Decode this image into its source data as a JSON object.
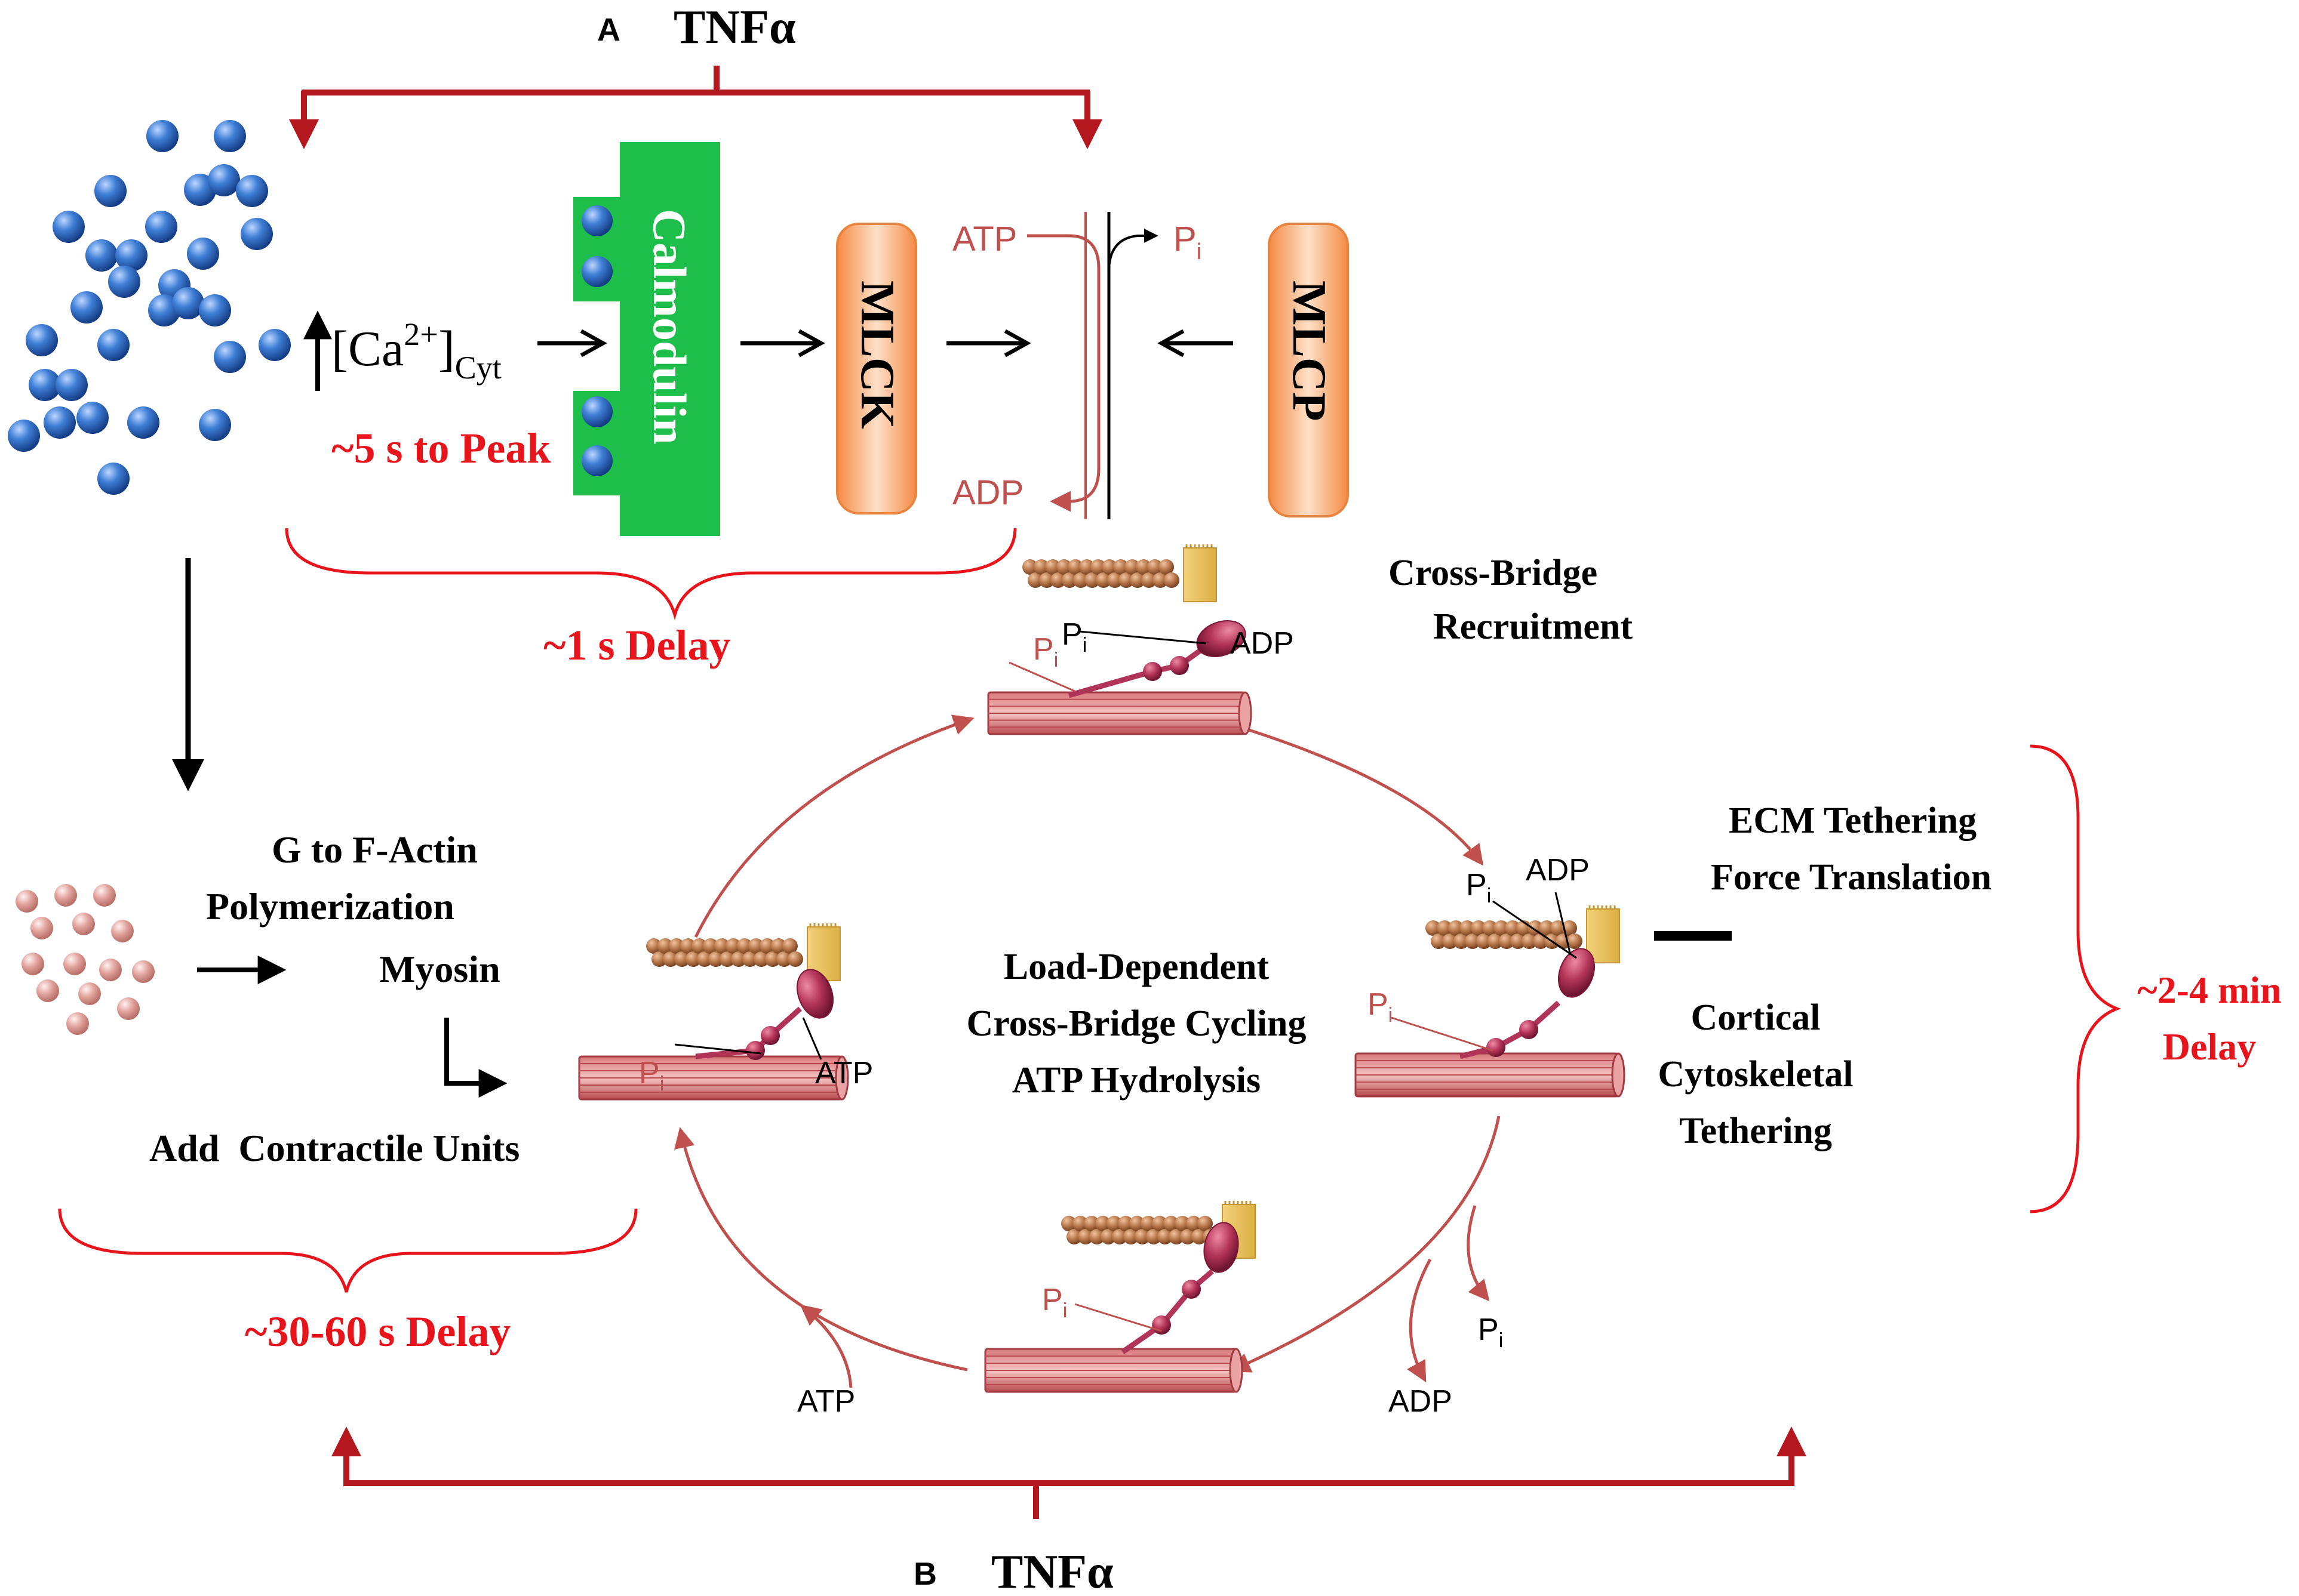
{
  "panel_a": {
    "letter": "A",
    "stimulus": "TNFα",
    "ca_label_main": "[Ca",
    "ca_label_sup": "2+",
    "ca_label_close": "]",
    "ca_label_sub": "Cyt",
    "peak_time": "~5 s to Peak",
    "calmodulin": "Calmodulin",
    "mlck": "MLCK",
    "mlcp": "MLCP",
    "atp": "ATP",
    "adp": "ADP",
    "pi": "P",
    "pi_sub": "i",
    "delay": "~1 s Delay"
  },
  "actin": {
    "line1": "G to F-Actin",
    "line2": "Polymerization",
    "myosin": "Myosin",
    "add_units": "Add  Contractile Units",
    "delay": "~30-60 s Delay"
  },
  "cycle": {
    "center_line1": "Load-Dependent",
    "center_line2": "Cross-Bridge Cycling",
    "center_line3": "ATP Hydrolysis",
    "recruit_line1": "Cross-Bridge",
    "recruit_line2": "Recruitment",
    "ecm_line1": "ECM Tethering",
    "ecm_line2": "Force Translation",
    "cortical_line1": "Cortical",
    "cortical_line2": "Cytoskeletal",
    "cortical_line3": "Tethering",
    "delay_line1": "~2-4 min",
    "delay_line2": "Delay",
    "atp": "ATP",
    "adp": "ADP",
    "pi": "P",
    "pi_sub": "i"
  },
  "panel_b": {
    "letter": "B",
    "stimulus": "TNFα"
  },
  "colors": {
    "arrow_red": "#b5171f",
    "text_red": "#e8141c",
    "pathway_red": "#c0504d",
    "calmodulin_green": "#1ebe4a",
    "box_orange": "#f6a96a",
    "blue_ion": "#2f6fc4",
    "pink_bead": "#e3a7a3",
    "actin_brown": "#b9774b",
    "myosin_magenta": "#b03458",
    "filament_red": "#c9585f"
  }
}
